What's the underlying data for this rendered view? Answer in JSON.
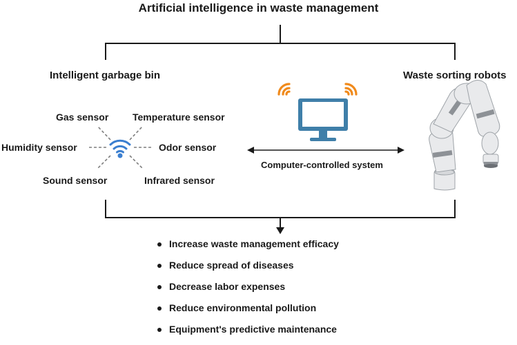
{
  "title": "Artificial intelligence in waste management",
  "left_section": {
    "heading": "Intelligent garbage bin",
    "sensors": {
      "gas": "Gas sensor",
      "temperature": "Temperature sensor",
      "humidity": "Humidity sensor",
      "odor": "Odor sensor",
      "sound": "Sound sensor",
      "infrared": "Infrared sensor"
    }
  },
  "center": {
    "caption": "Computer-controlled system"
  },
  "right_section": {
    "heading": "Waste sorting robots"
  },
  "outcomes": [
    "Increase waste management efficacy",
    "Reduce spread of diseases",
    "Decrease labor expenses",
    "Reduce environmental pollution",
    "Equipment's predictive maintenance"
  ],
  "colors": {
    "lines": "#1a1a1a",
    "wifi_blue": "#3b7fd0",
    "wifi_orange": "#f08a1c",
    "monitor_blue": "#3f7fa9",
    "dashes": "#7d7d7d"
  }
}
